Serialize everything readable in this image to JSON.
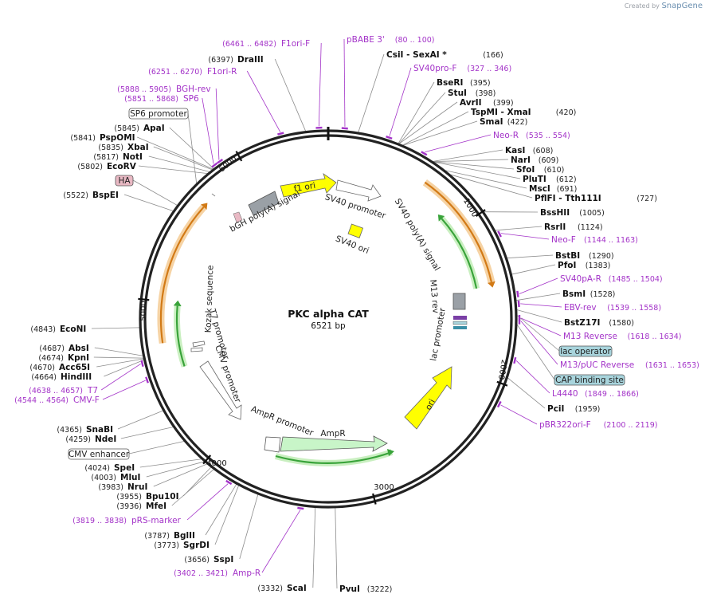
{
  "watermark": {
    "prefix": "Created by",
    "brand": "SnapGene"
  },
  "plasmid": {
    "name": "PKC alpha CAT",
    "length": 6521,
    "length_label": "6521 bp"
  },
  "ticks": [
    "1000",
    "2000",
    "3000",
    "4000",
    "5000",
    "6000"
  ],
  "enzymes": [
    {
      "name": "CsiI  -  SexAI *",
      "pos": "(166)"
    },
    {
      "name": "BseRI",
      "pos": "(395)"
    },
    {
      "name": "StuI",
      "pos": "(398)"
    },
    {
      "name": "AvrII",
      "pos": "(399)"
    },
    {
      "name": "TspMI  -  XmaI",
      "pos": "(420)"
    },
    {
      "name": "SmaI",
      "pos": "(422)"
    },
    {
      "name": "KasI",
      "pos": "(608)"
    },
    {
      "name": "NarI",
      "pos": "(609)"
    },
    {
      "name": "SfoI",
      "pos": "(610)"
    },
    {
      "name": "PluTI",
      "pos": "(612)"
    },
    {
      "name": "MscI",
      "pos": "(691)"
    },
    {
      "name": "PflFI  -  Tth111I",
      "pos": "(727)"
    },
    {
      "name": "BssHII",
      "pos": "(1005)"
    },
    {
      "name": "RsrII",
      "pos": "(1124)"
    },
    {
      "name": "BstBI",
      "pos": "(1290)"
    },
    {
      "name": "PfoI",
      "pos": "(1383)"
    },
    {
      "name": "BsmI",
      "pos": "(1528)"
    },
    {
      "name": "BstZ17I",
      "pos": "(1580)"
    },
    {
      "name": "PciI",
      "pos": "(1959)"
    },
    {
      "name": "PvuI",
      "pos": "(3222)"
    },
    {
      "name": "ScaI",
      "pos": "(3332)"
    },
    {
      "name": "SspI",
      "pos": "(3656)"
    },
    {
      "name": "SgrDI",
      "pos": "(3773)"
    },
    {
      "name": "BglII",
      "pos": "(3787)"
    },
    {
      "name": "MfeI",
      "pos": "(3936)"
    },
    {
      "name": "Bpu10I",
      "pos": "(3955)"
    },
    {
      "name": "NruI",
      "pos": "(3983)"
    },
    {
      "name": "MluI",
      "pos": "(4003)"
    },
    {
      "name": "SpeI",
      "pos": "(4024)"
    },
    {
      "name": "NdeI",
      "pos": "(4259)"
    },
    {
      "name": "SnaBI",
      "pos": "(4365)"
    },
    {
      "name": "HindIII",
      "pos": "(4664)"
    },
    {
      "name": "Acc65I",
      "pos": "(4670)"
    },
    {
      "name": "KpnI",
      "pos": "(4674)"
    },
    {
      "name": "AbsI",
      "pos": "(4687)"
    },
    {
      "name": "EcoNI",
      "pos": "(4843)"
    },
    {
      "name": "BspEI",
      "pos": "(5522)"
    },
    {
      "name": "EcoRV",
      "pos": "(5802)"
    },
    {
      "name": "NotI",
      "pos": "(5817)"
    },
    {
      "name": "XbaI",
      "pos": "(5835)"
    },
    {
      "name": "PspOMI",
      "pos": "(5841)"
    },
    {
      "name": "ApaI",
      "pos": "(5845)"
    },
    {
      "name": "DraIII",
      "pos": "(6397)"
    }
  ],
  "primers": [
    {
      "name": "pBABE 3'",
      "pos": "(80 .. 100)"
    },
    {
      "name": "SV40pro-F",
      "pos": "(327 .. 346)"
    },
    {
      "name": "Neo-R",
      "pos": "(535 .. 554)"
    },
    {
      "name": "Neo-F",
      "pos": "(1144 .. 1163)"
    },
    {
      "name": "SV40pA-R",
      "pos": "(1485 .. 1504)"
    },
    {
      "name": "EBV-rev",
      "pos": "(1539 .. 1558)"
    },
    {
      "name": "M13 Reverse",
      "pos": "(1618 .. 1634)"
    },
    {
      "name": "M13/pUC Reverse",
      "pos": "(1631 .. 1653)"
    },
    {
      "name": "L4440",
      "pos": "(1849 .. 1866)"
    },
    {
      "name": "pBR322ori-F",
      "pos": "(2100 .. 2119)"
    },
    {
      "name": "Amp-R",
      "pos": "(3402 .. 3421)"
    },
    {
      "name": "pRS-marker",
      "pos": "(3819 .. 3838)"
    },
    {
      "name": "T7",
      "pos": "(4638 .. 4657)"
    },
    {
      "name": "CMV-F",
      "pos": "(4544 .. 4564)"
    },
    {
      "name": "SP6",
      "pos": "(5851 .. 5868)"
    },
    {
      "name": "BGH-rev",
      "pos": "(5888 .. 5905)"
    },
    {
      "name": "F1ori-R",
      "pos": "(6251 .. 6270)"
    },
    {
      "name": "F1ori-F",
      "pos": "(6461 .. 6482)"
    }
  ],
  "boxed_labels": [
    {
      "name": "SP6 promoter",
      "style": "white"
    },
    {
      "name": "HA",
      "style": "pink"
    },
    {
      "name": "CMV enhancer",
      "style": "white"
    },
    {
      "name": "lac operator",
      "style": "teal"
    },
    {
      "name": "CAP binding site",
      "style": "teal"
    }
  ],
  "inner_features": [
    {
      "name": "f1 ori",
      "color": "#ffff00"
    },
    {
      "name": "SV40 promoter",
      "color": "#ffffff"
    },
    {
      "name": "bGH poly(A) signal",
      "color": "#9aa0a6"
    },
    {
      "name": "SV40 ori",
      "color": "#ffff00"
    },
    {
      "name": "SV40 poly(A) signal",
      "color": "#9aa0a6"
    },
    {
      "name": "M13 rev",
      "color": "#9aa0a6"
    },
    {
      "name": "lac promoter",
      "color": "#ffffff"
    },
    {
      "name": "ori",
      "color": "#ffff00"
    },
    {
      "name": "AmpR promoter",
      "color": "#ffffff"
    },
    {
      "name": "AmpR",
      "color": "#c8f5c8"
    },
    {
      "name": "CMV promoter",
      "color": "#ffffff"
    },
    {
      "name": "T7 promoter",
      "color": "#ffffff"
    },
    {
      "name": "Kozak sequence",
      "color": "#ffffff"
    }
  ],
  "colors": {
    "primer": "#a333c8",
    "orf_orange": "#f0a64a",
    "orf_green": "#39a33a",
    "ring": "#222222"
  }
}
